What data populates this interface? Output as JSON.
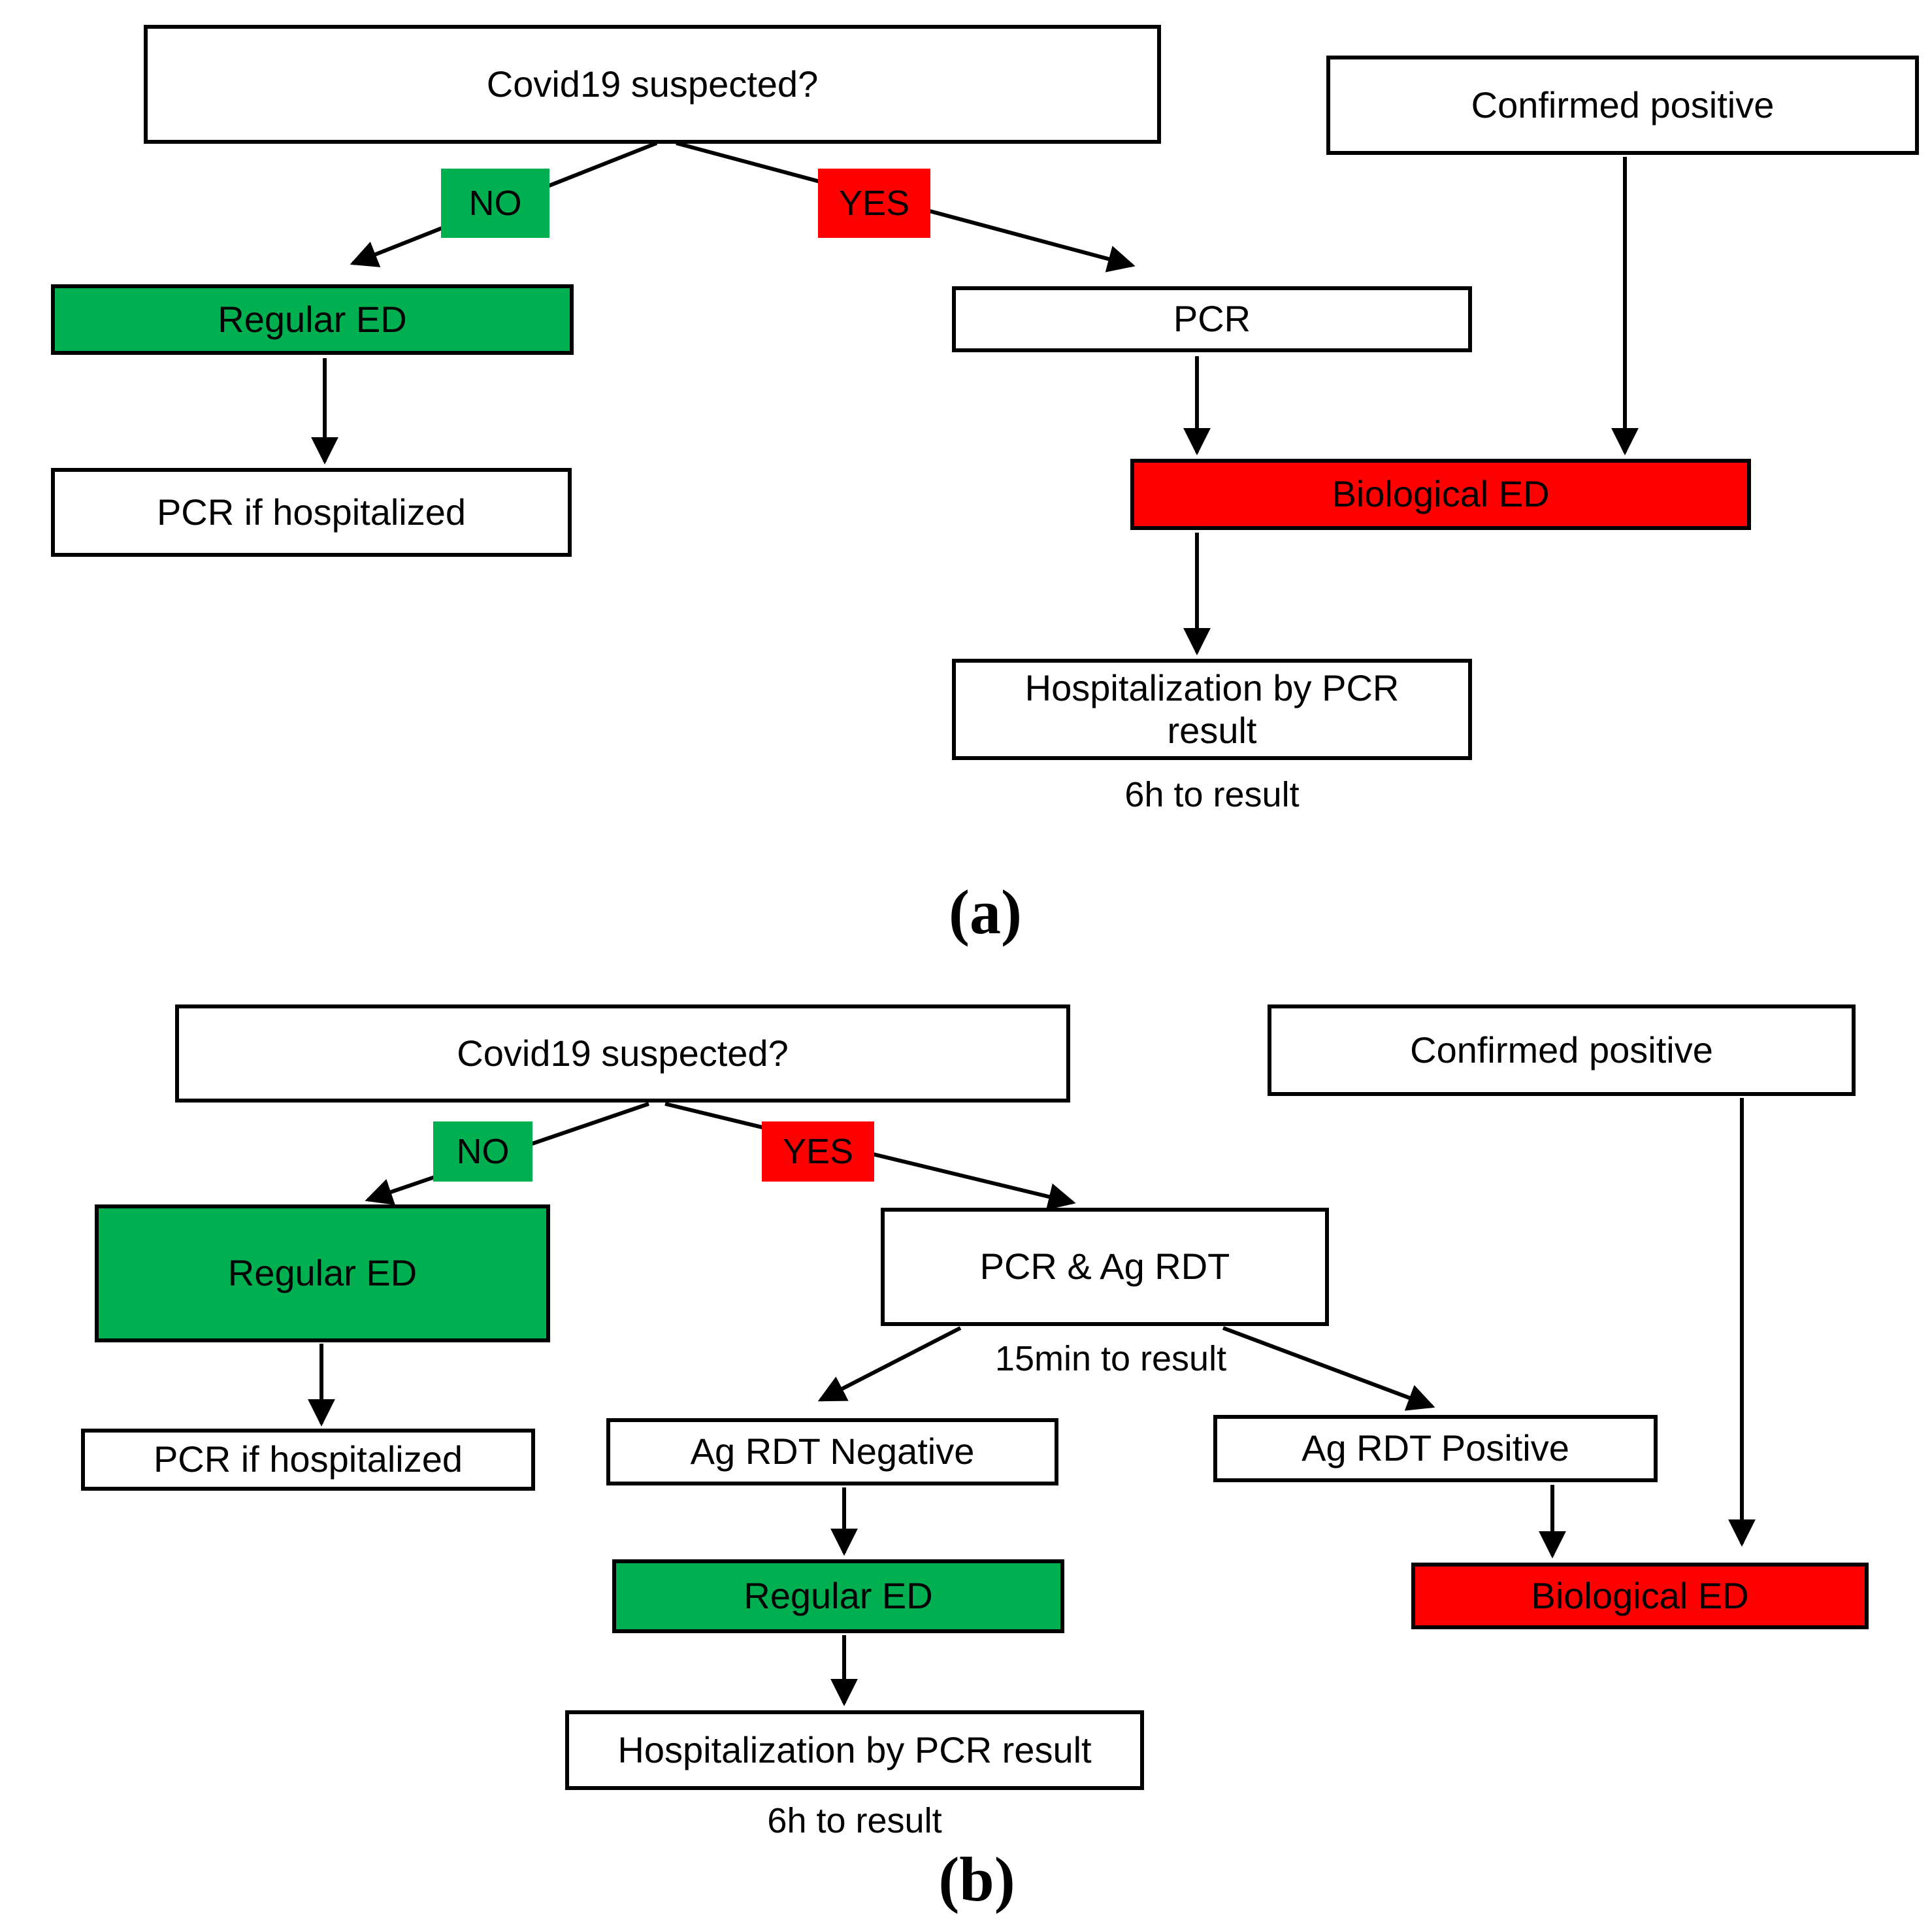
{
  "colors": {
    "green": "#00B050",
    "red": "#FF0000",
    "border": "#000000",
    "background": "#FFFFFF",
    "arrow": "#000000"
  },
  "fig_a": {
    "caption": "(a)",
    "nodes": {
      "question": "Covid19 suspected?",
      "confirmed": "Confirmed positive",
      "no": "NO",
      "yes": "YES",
      "regular_ed": "Regular ED",
      "pcr": "PCR",
      "pcr_if_hospitalized": "PCR if hospitalized",
      "biological_ed": "Biological ED",
      "hospitalization": "Hospitalization by PCR result",
      "time_note": "6h to result"
    },
    "edges": [
      {
        "from": "question",
        "to": "regular_ed",
        "label": "NO"
      },
      {
        "from": "question",
        "to": "pcr",
        "label": "YES"
      },
      {
        "from": "regular_ed",
        "to": "pcr_if_hospitalized",
        "label": ""
      },
      {
        "from": "pcr",
        "to": "biological_ed",
        "label": ""
      },
      {
        "from": "confirmed",
        "to": "biological_ed",
        "label": ""
      },
      {
        "from": "biological_ed",
        "to": "hospitalization",
        "label": ""
      }
    ]
  },
  "fig_b": {
    "caption": "(b)",
    "nodes": {
      "question": "Covid19 suspected?",
      "confirmed": "Confirmed positive",
      "no": "NO",
      "yes": "YES",
      "regular_ed": "Regular ED",
      "pcr_ag_rdt": "PCR & Ag RDT",
      "pcr_ag_time_note": "15min to result",
      "pcr_if_hospitalized": "PCR if hospitalized",
      "ag_rdt_negative": "Ag RDT Negative",
      "ag_rdt_positive": "Ag RDT Positive",
      "regular_ed_2": "Regular ED",
      "biological_ed": "Biological ED",
      "hospitalization": "Hospitalization by PCR result",
      "time_note": "6h to result"
    },
    "edges": [
      {
        "from": "question",
        "to": "regular_ed",
        "label": "NO"
      },
      {
        "from": "question",
        "to": "pcr_ag_rdt",
        "label": "YES"
      },
      {
        "from": "regular_ed",
        "to": "pcr_if_hospitalized",
        "label": ""
      },
      {
        "from": "pcr_ag_rdt",
        "to": "ag_rdt_negative",
        "label": ""
      },
      {
        "from": "pcr_ag_rdt",
        "to": "ag_rdt_positive",
        "label": ""
      },
      {
        "from": "ag_rdt_negative",
        "to": "regular_ed_2",
        "label": ""
      },
      {
        "from": "regular_ed_2",
        "to": "hospitalization",
        "label": ""
      },
      {
        "from": "ag_rdt_positive",
        "to": "biological_ed",
        "label": ""
      },
      {
        "from": "confirmed",
        "to": "biological_ed",
        "label": ""
      }
    ]
  }
}
